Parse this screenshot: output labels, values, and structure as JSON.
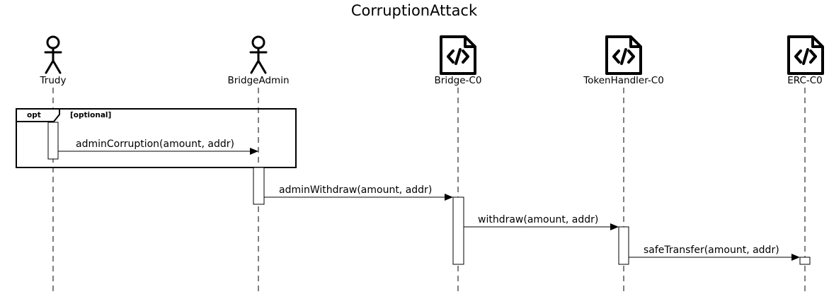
{
  "diagram": {
    "title": "CorruptionAttack",
    "participants": [
      {
        "id": "trudy",
        "name": "Trudy",
        "kind": "actor"
      },
      {
        "id": "bridgeadmin",
        "name": "BridgeAdmin",
        "kind": "actor"
      },
      {
        "id": "bridge",
        "name": "Bridge-C0",
        "kind": "contract"
      },
      {
        "id": "tokenhandler",
        "name": "TokenHandler-C0",
        "kind": "contract"
      },
      {
        "id": "erc",
        "name": "ERC-C0",
        "kind": "contract"
      }
    ],
    "fragment": {
      "operator": "opt",
      "guard": "[optional]"
    },
    "messages": [
      {
        "id": "m1",
        "from": "Trudy",
        "to": "BridgeAdmin",
        "label": "adminCorruption(amount, addr)"
      },
      {
        "id": "m2",
        "from": "BridgeAdmin",
        "to": "Bridge-C0",
        "label": "adminWithdraw(amount, addr)"
      },
      {
        "id": "m3",
        "from": "Bridge-C0",
        "to": "TokenHandler-C0",
        "label": "withdraw(amount, addr)"
      },
      {
        "id": "m4",
        "from": "TokenHandler-C0",
        "to": "ERC-C0",
        "label": "safeTransfer(amount, addr)"
      }
    ]
  }
}
